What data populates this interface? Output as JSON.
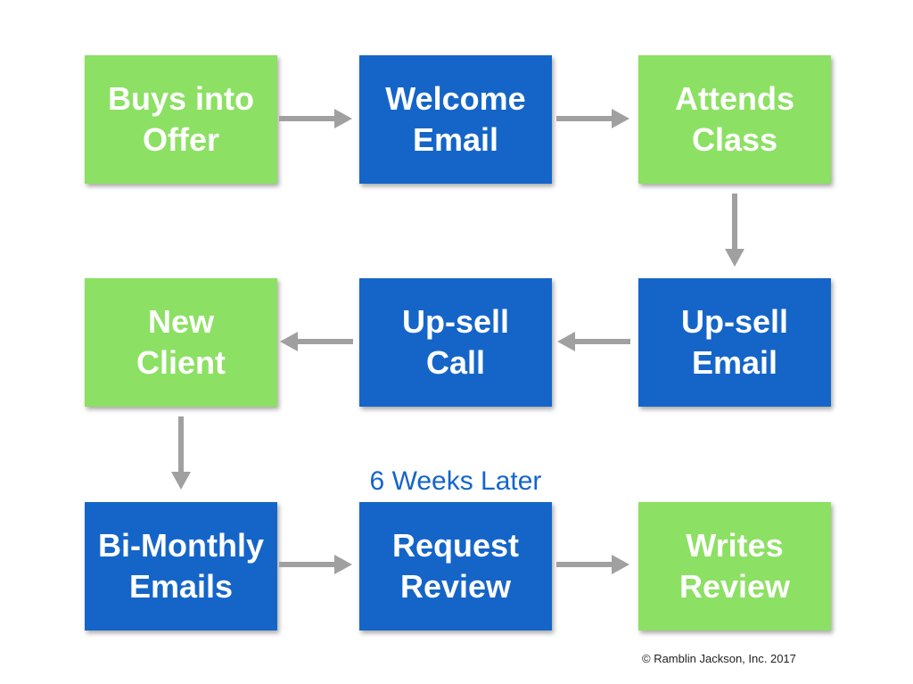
{
  "colors": {
    "green": "#8ce063",
    "blue": "#1565c8",
    "arrow": "#a0a0a0",
    "note_text": "#1565c8"
  },
  "nodes": {
    "buys_into_offer": {
      "label": "Buys into\nOffer",
      "color": "green"
    },
    "welcome_email": {
      "label": "Welcome\nEmail",
      "color": "blue"
    },
    "attends_class": {
      "label": "Attends\nClass",
      "color": "green"
    },
    "new_client": {
      "label": "New\nClient",
      "color": "green"
    },
    "upsell_call": {
      "label": "Up-sell\nCall",
      "color": "blue"
    },
    "upsell_email": {
      "label": "Up-sell\nEmail",
      "color": "blue"
    },
    "bimonthly_emails": {
      "label": "Bi-Monthly\nEmails",
      "color": "blue"
    },
    "request_review": {
      "label": "Request\nReview",
      "color": "blue"
    },
    "writes_review": {
      "label": "Writes\nReview",
      "color": "green"
    }
  },
  "edges": [
    {
      "from": "buys_into_offer",
      "to": "welcome_email"
    },
    {
      "from": "welcome_email",
      "to": "attends_class"
    },
    {
      "from": "attends_class",
      "to": "upsell_email"
    },
    {
      "from": "upsell_email",
      "to": "upsell_call"
    },
    {
      "from": "upsell_call",
      "to": "new_client"
    },
    {
      "from": "new_client",
      "to": "bimonthly_emails"
    },
    {
      "from": "bimonthly_emails",
      "to": "request_review"
    },
    {
      "from": "request_review",
      "to": "writes_review"
    }
  ],
  "annotations": {
    "delay_label": "6 Weeks Later"
  },
  "footer": {
    "copyright": "© Ramblin Jackson, Inc. 2017"
  }
}
